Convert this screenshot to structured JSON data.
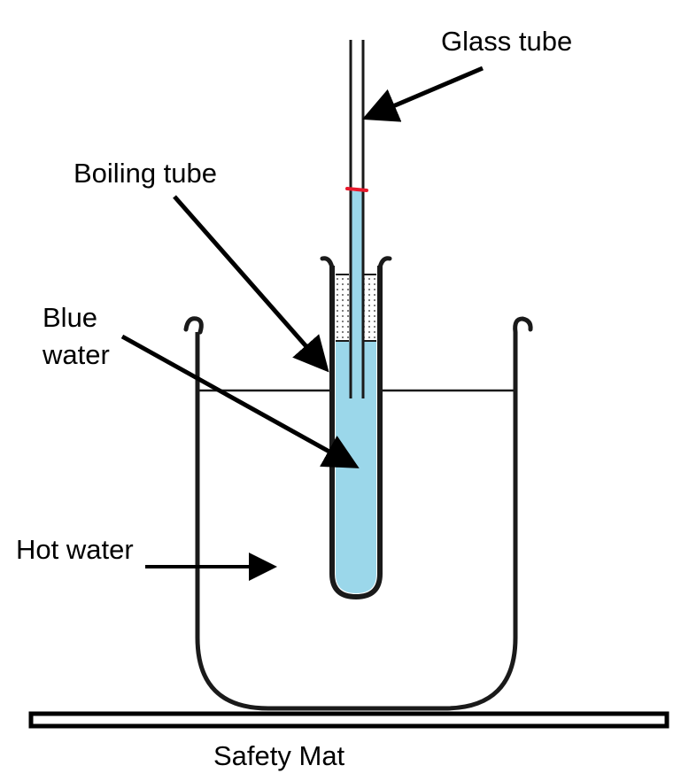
{
  "diagram": {
    "title": "",
    "labels": {
      "glass_tube": "Glass tube",
      "boiling_tube": "Boiling tube",
      "blue_water_line1": "Blue",
      "blue_water_line2": "water",
      "hot_water": "Hot water",
      "safety_mat": "Safety Mat"
    },
    "colors": {
      "blue_water": "#9bd7ea",
      "meniscus_marker": "#e8192c",
      "outline": "#1a1a1a",
      "stopper_fill": "#ffffff"
    },
    "components": [
      "glass tube",
      "boiling tube",
      "stopper",
      "beaker",
      "hot water",
      "blue water",
      "safety mat"
    ]
  }
}
